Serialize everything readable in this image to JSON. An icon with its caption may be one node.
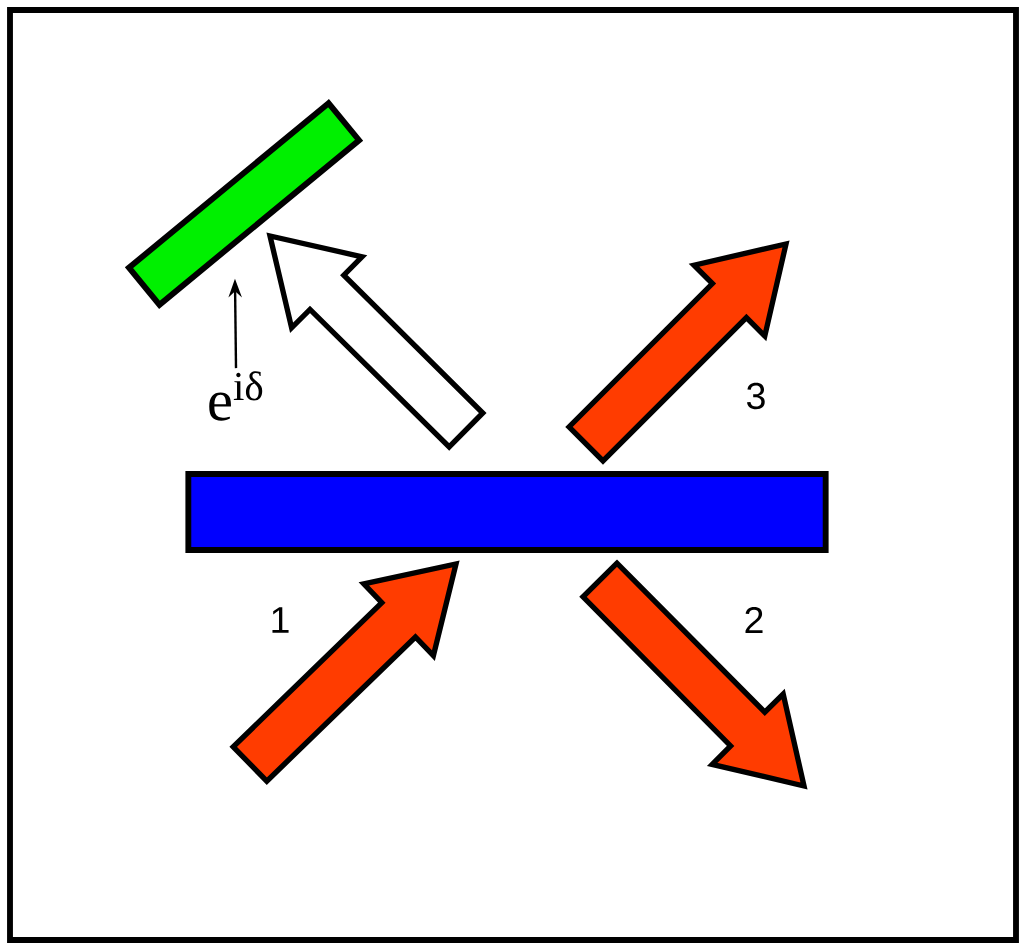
{
  "diagram": {
    "nodes": [
      {
        "text": [
          "e$^{iδ}$"
        ]
      },
      {
        "text": [],
        "shape": "bar"
      },
      {
        "text": [],
        "shape": "bar"
      }
    ],
    "edges": [
      {
        "from": 0,
        "to": 1,
        "arrow": "to"
      },
      {
        "from": 2,
        "to": 1,
        "arrow": "to",
        "color": "#ffffff"
      },
      {
        "from": null,
        "to": 2,
        "arrow": "to"
      },
      {
        "from": 2,
        "to": null,
        "arrow": "to"
      },
      {
        "from": 2,
        "to": null,
        "arrow": "to"
      }
    ],
    "labels": [
      "3",
      "1",
      "2"
    ]
  }
}
